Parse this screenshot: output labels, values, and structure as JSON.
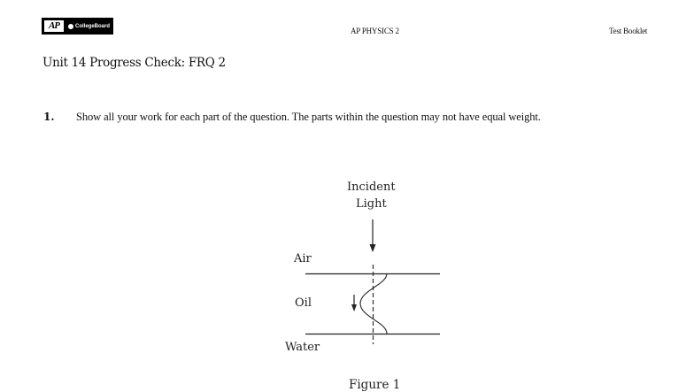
{
  "header": {
    "logo": {
      "ap_mark": "AP",
      "brand": "CollegeBoard"
    },
    "subject": "AP PHYSICS 2",
    "booklet": "Test Booklet"
  },
  "title": "Unit 14 Progress Check: FRQ 2",
  "question": {
    "number": "1.",
    "instruction": "Show all your work for each part of the question. The parts within the question may not have equal weight."
  },
  "figure": {
    "incident_label_line1": "Incident",
    "incident_label_line2": "Light",
    "medium_top": "Air",
    "medium_middle": "Oil",
    "medium_bottom": "Water",
    "caption": "Figure 1",
    "stroke_color": "#222222"
  }
}
